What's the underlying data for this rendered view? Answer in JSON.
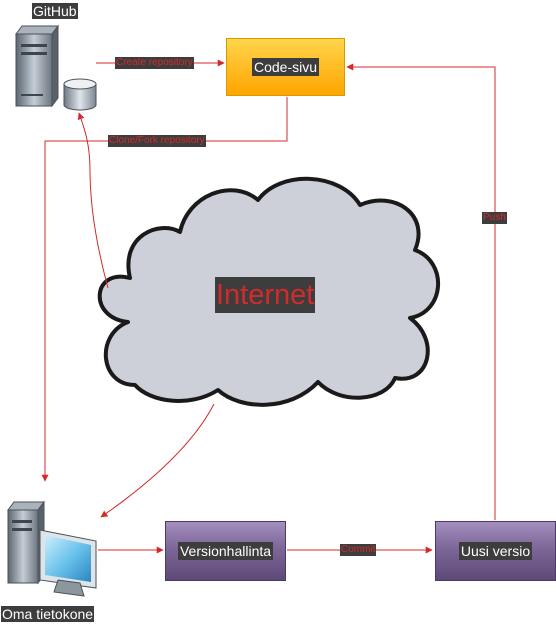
{
  "nodes": {
    "github": {
      "label": "GitHub"
    },
    "code_page": {
      "label": "Code-sivu"
    },
    "internet": {
      "label": "Internet"
    },
    "own_computer": {
      "label": "Oma tietokone"
    },
    "version_control": {
      "label": "Versionhallinta"
    },
    "new_version": {
      "label": "Uusi versio"
    }
  },
  "edges": {
    "create_repository": {
      "label": "Create repository"
    },
    "clone_fork": {
      "label": "Clone/Fork repository"
    },
    "commit": {
      "label": "Commit"
    },
    "push": {
      "label": "Push"
    }
  },
  "colors": {
    "edge": "#d22b2b",
    "label_bg": "#3d3d3d",
    "cloud_fill": "#cdd0d8",
    "code_box": "#ffb31a",
    "version_box": "#76608a"
  },
  "icons": {
    "github": "server-database-icon",
    "own_computer": "desktop-computer-icon",
    "internet": "cloud-icon"
  }
}
